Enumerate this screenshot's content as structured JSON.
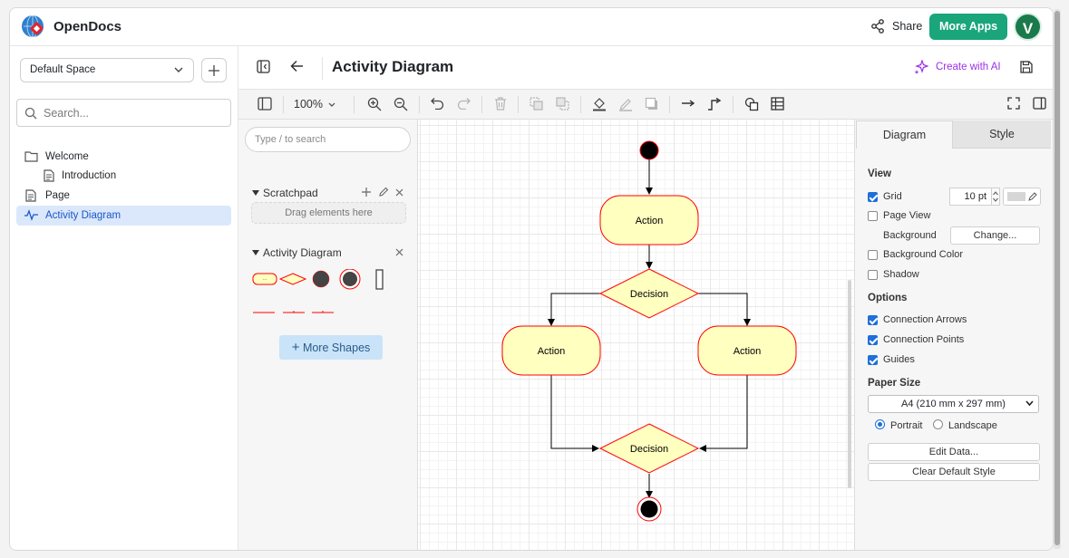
{
  "app": {
    "name": "OpenDocs"
  },
  "topbar": {
    "share_label": "Share",
    "more_apps_label": "More Apps",
    "avatar_initial": "V"
  },
  "sidebar": {
    "space": "Default Space",
    "search_placeholder": "Search...",
    "items": [
      {
        "label": "Welcome"
      },
      {
        "label": "Introduction"
      },
      {
        "label": "Page"
      },
      {
        "label": "Activity Diagram"
      }
    ]
  },
  "editor": {
    "title": "Activity Diagram",
    "create_ai_label": "Create with AI"
  },
  "toolbar": {
    "zoom": "100%"
  },
  "shapes_panel": {
    "search_placeholder": "Type / to search",
    "scratchpad_title": "Scratchpad",
    "scratchpad_drop": "Drag elements here",
    "library_title": "Activity Diagram",
    "more_shapes_label": "More Shapes"
  },
  "diagram": {
    "colors": {
      "fill": "#ffffc0",
      "stroke": "#ff0000"
    },
    "nodes": [
      {
        "label": "Action"
      },
      {
        "label": "Decision"
      },
      {
        "label": "Action"
      },
      {
        "label": "Action"
      },
      {
        "label": "Decision"
      }
    ]
  },
  "format_panel": {
    "tabs": [
      "Diagram",
      "Style"
    ],
    "view_heading": "View",
    "grid_label": "Grid",
    "grid_size": "10 pt",
    "page_view_label": "Page View",
    "background_label": "Background",
    "change_button": "Change...",
    "background_color_label": "Background Color",
    "shadow_label": "Shadow",
    "options_heading": "Options",
    "connection_arrows_label": "Connection Arrows",
    "connection_points_label": "Connection Points",
    "guides_label": "Guides",
    "paper_size_heading": "Paper Size",
    "paper_size_value": "A4 (210 mm x 297 mm)",
    "portrait_label": "Portrait",
    "landscape_label": "Landscape",
    "edit_data_button": "Edit Data...",
    "clear_style_button": "Clear Default Style",
    "checks": {
      "grid": true,
      "page_view": false,
      "background_color": false,
      "shadow": false,
      "connection_arrows": true,
      "connection_points": true,
      "guides": true
    },
    "orientation": "portrait"
  }
}
